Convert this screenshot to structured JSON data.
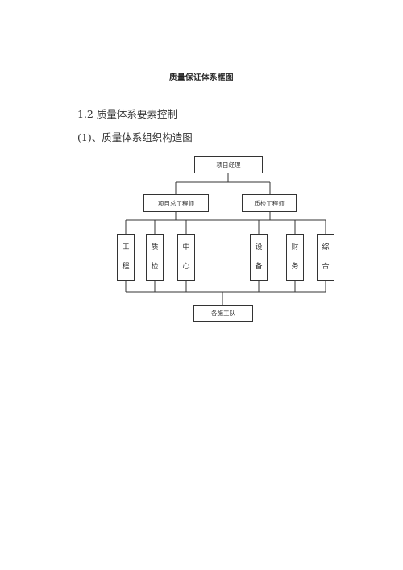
{
  "doc": {
    "title": "质量保证体系框图",
    "section_heading": "1.2 质量体系要素控制",
    "subsection_heading": "(1)、质量体系组织构造图"
  },
  "org_chart": {
    "top": "项目经理",
    "level2": [
      "项目总工程师",
      "质检工程师"
    ],
    "depts": [
      [
        "工",
        "程"
      ],
      [
        "质",
        "检"
      ],
      [
        "中",
        "心"
      ],
      [
        "设",
        "备"
      ],
      [
        "财",
        "务"
      ],
      [
        "综",
        "合"
      ]
    ],
    "bottom": "各施工队"
  }
}
